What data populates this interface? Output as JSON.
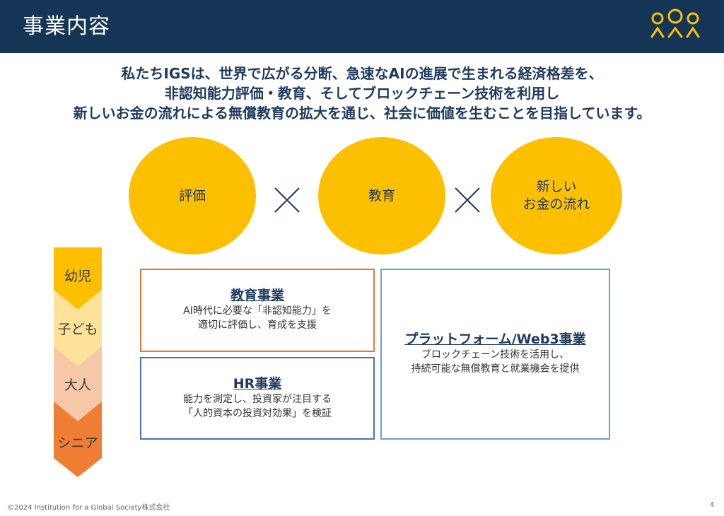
{
  "header": {
    "title": "事業内容",
    "logo_icon": "people-icon",
    "logo_color": "#fcc000",
    "background": "#153556"
  },
  "intro": {
    "line1": "私たちIGSは、世界で広がる分断、急速なAIの進展で生まれる経済格差を、",
    "line2": "非認知能力評価・教育、そしてブロックチェーン技術を利用し",
    "line3": "新しいお金の流れによる無償教育の拡大を通じ、社会に価値を生むことを目指しています。"
  },
  "pillars": [
    {
      "label": "評価"
    },
    {
      "label": "教育"
    },
    {
      "label": "新しい\nお金の流れ"
    }
  ],
  "pillar_color": "#fcc000",
  "stages": [
    {
      "label": "幼児",
      "color": "#fcc000"
    },
    {
      "label": "子ども",
      "color": "#fee29a"
    },
    {
      "label": "大人",
      "color": "#f6c8a8"
    },
    {
      "label": "シニア",
      "color": "#ef7d33"
    }
  ],
  "business": {
    "education": {
      "title": "教育事業",
      "line1": "AI時代に必要な「非認知能力」を",
      "line2": "適切に評価し、育成を支援",
      "border_color": "#e07a35"
    },
    "hr": {
      "title": "HR事業",
      "line1": "能力を測定し、投資家が注目する",
      "line2": "「人的資本の投資対効果」を検証",
      "border_color": "#4a72b0"
    },
    "platform": {
      "title": "プラットフォーム/Web3事業",
      "line1": "ブロックチェーン技術を活用し、",
      "line2": "持続可能な無償教育と就業機会を提供",
      "border_color": "#6a9fd0"
    }
  },
  "footer": {
    "copyright": "©2024  Institution for a Global Society株式会社",
    "page_number": "4"
  }
}
